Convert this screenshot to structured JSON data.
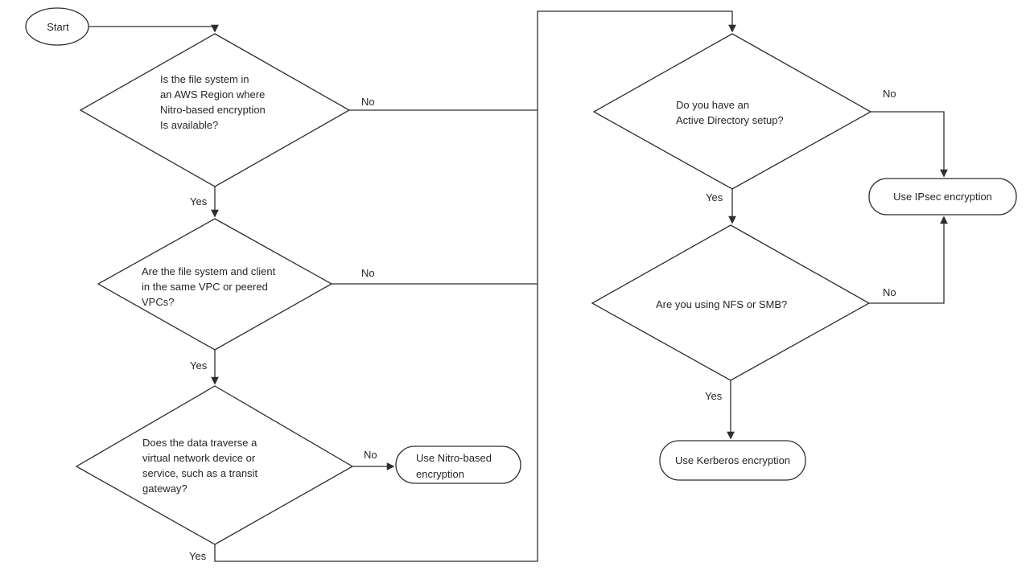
{
  "diagram_type": "flowchart",
  "colors": {
    "background": "#ffffff",
    "stroke": "#2e2e2e",
    "text": "#262626"
  },
  "nodes": {
    "start": {
      "type": "terminal",
      "label": "Start"
    },
    "d1": {
      "type": "decision",
      "lines": [
        "Is the file system in",
        "an AWS Region where",
        "Nitro-based encryption",
        "Is available?"
      ]
    },
    "d2": {
      "type": "decision",
      "lines": [
        "Are the file system and client",
        "in the same VPC or peered",
        "VPCs?"
      ]
    },
    "d3": {
      "type": "decision",
      "lines": [
        "Does the data traverse a",
        "virtual network device or",
        "service, such as a transit",
        "gateway?"
      ]
    },
    "d4": {
      "type": "decision",
      "lines": [
        "Do you have an",
        "Active Directory setup?"
      ]
    },
    "d5": {
      "type": "decision",
      "label": "Are you using NFS or SMB?"
    },
    "nitro": {
      "type": "result",
      "lines": [
        "Use Nitro-based",
        "encryption"
      ]
    },
    "ipsec": {
      "type": "result",
      "label": "Use IPsec encryption"
    },
    "kerberos": {
      "type": "result",
      "label": "Use Kerberos encryption"
    }
  },
  "edges": [
    {
      "from": "start",
      "to": "d1",
      "label": ""
    },
    {
      "from": "d1",
      "to": "d2",
      "label": "Yes"
    },
    {
      "from": "d1",
      "to": "d4",
      "label": "No"
    },
    {
      "from": "d2",
      "to": "d3",
      "label": "Yes"
    },
    {
      "from": "d2",
      "to": "d4",
      "label": "No"
    },
    {
      "from": "d3",
      "to": "nitro",
      "label": "No"
    },
    {
      "from": "d3",
      "to": "d4",
      "label": "Yes"
    },
    {
      "from": "d4",
      "to": "ipsec",
      "label": "No"
    },
    {
      "from": "d4",
      "to": "d5",
      "label": "Yes"
    },
    {
      "from": "d5",
      "to": "ipsec",
      "label": "No"
    },
    {
      "from": "d5",
      "to": "kerberos",
      "label": "Yes"
    }
  ]
}
